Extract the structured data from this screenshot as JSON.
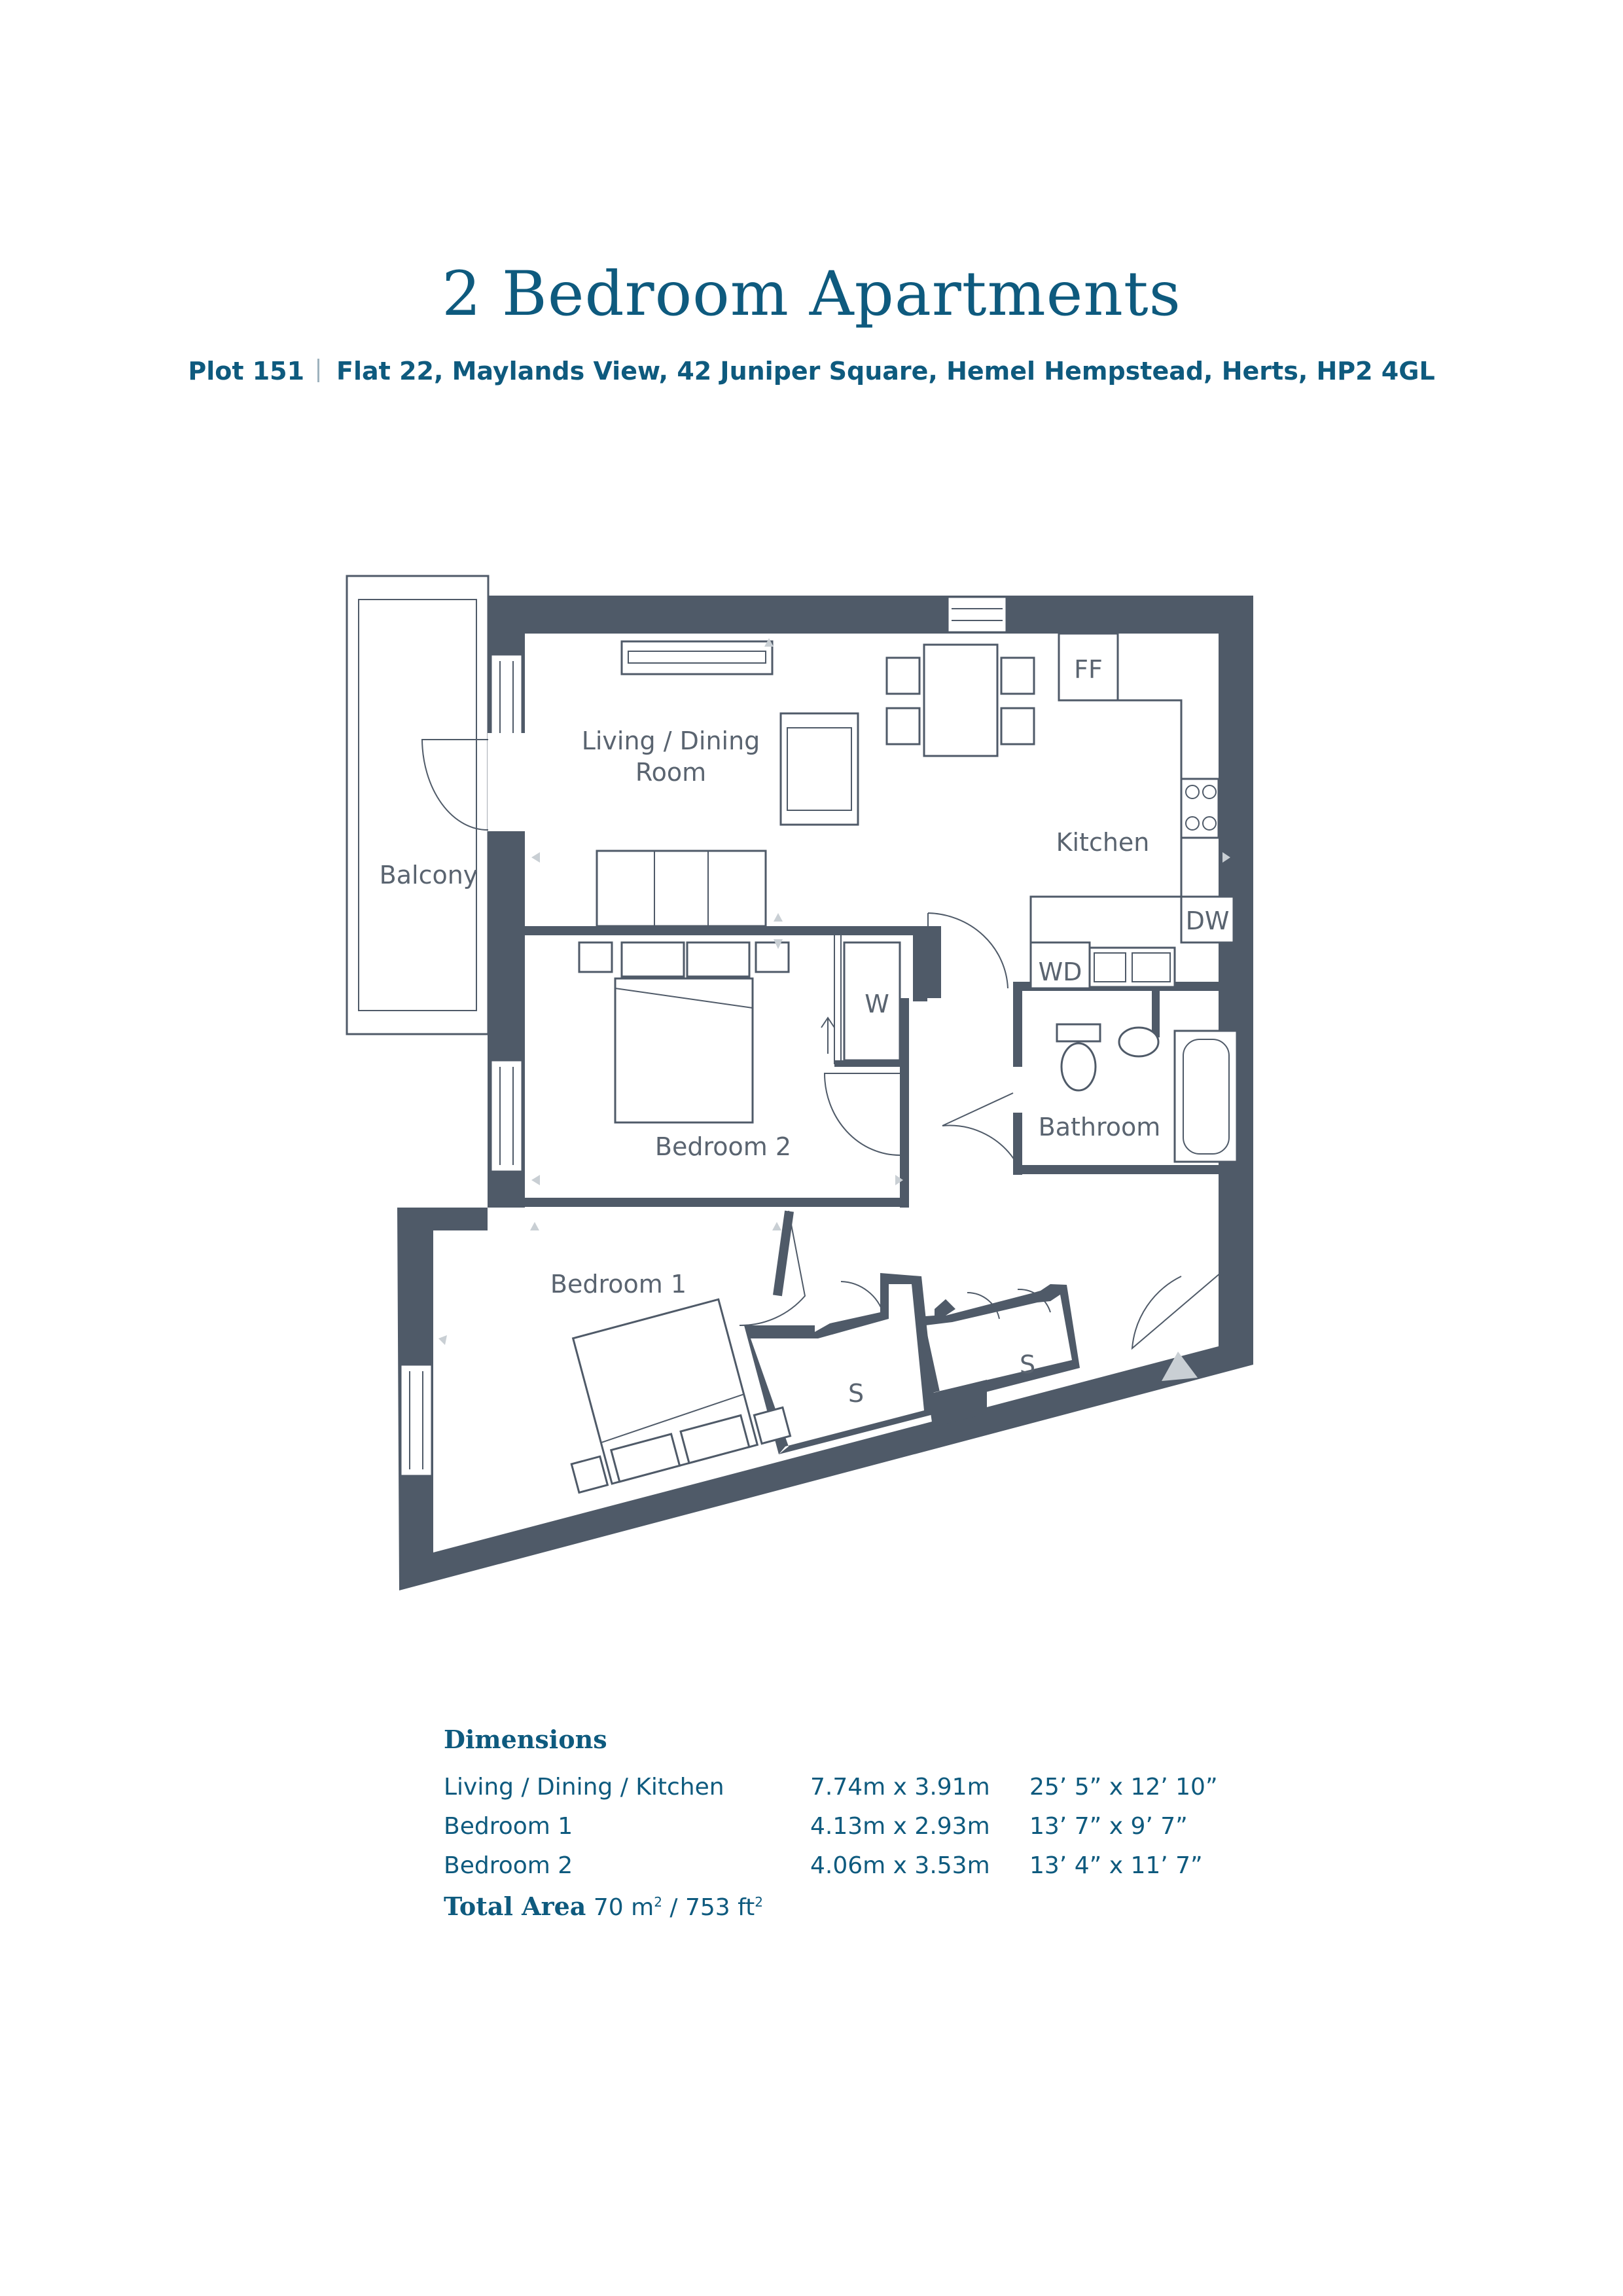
{
  "title": "2 Bedroom Apartments",
  "subtitle": {
    "plot": "Plot 151",
    "address": "Flat 22, Maylands View, 42 Juniper Square, Hemel Hempstead, Herts, HP2 4GL"
  },
  "rooms": {
    "living_line1": "Living / Dining",
    "living_line2": "Room",
    "kitchen": "Kitchen",
    "balcony": "Balcony",
    "bedroom2": "Bedroom 2",
    "bathroom": "Bathroom",
    "bedroom1": "Bedroom 1",
    "storage_a": "S",
    "storage_b": "S",
    "wardrobe": "W",
    "fridge_freezer": "FF",
    "dishwasher": "DW",
    "washer_dryer": "WD"
  },
  "dimensions": {
    "heading": "Dimensions",
    "rows": [
      {
        "room": "Living / Dining / Kitchen",
        "metric": "7.74m x 3.91m",
        "imperial": "25’ 5” x 12’ 10”"
      },
      {
        "room": "Bedroom 1",
        "metric": "4.13m x 2.93m",
        "imperial": "13’ 7” x 9’ 7”"
      },
      {
        "room": "Bedroom 2",
        "metric": "4.06m x 3.53m",
        "imperial": "13’ 4” x 11’ 7”"
      }
    ],
    "total_label": "Total Area",
    "total_m": "70 m",
    "total_sep": " / ",
    "total_ft": "753 ft",
    "sq_exp": "2"
  },
  "colors": {
    "text": "#0e5a7e",
    "wall": "#4f5a68",
    "label": "#5a6470"
  }
}
